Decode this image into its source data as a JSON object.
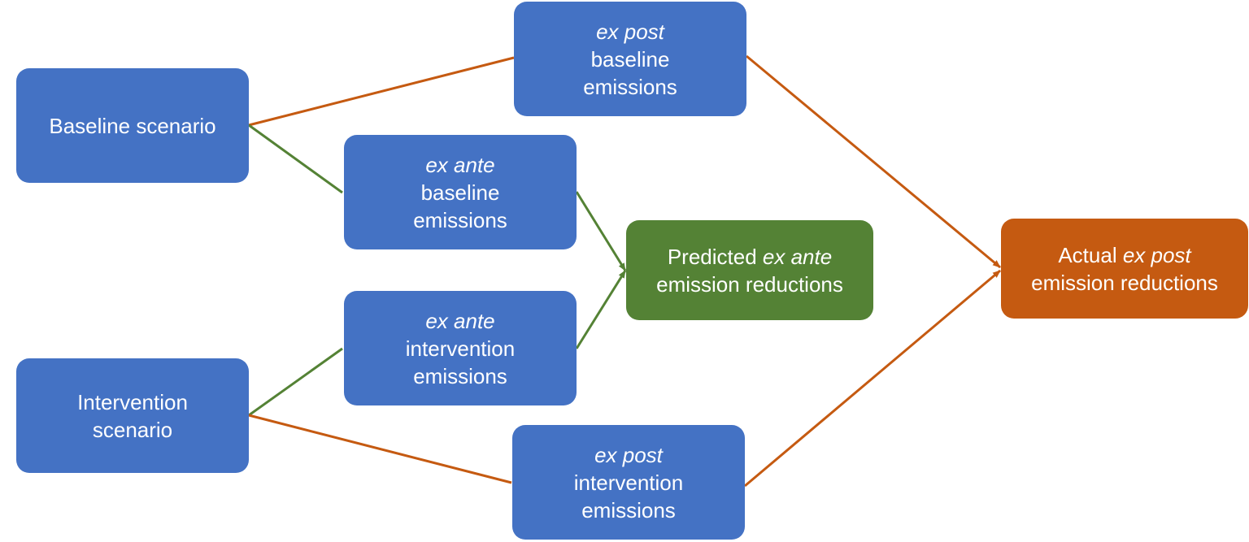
{
  "colors": {
    "box_blue": "#4472c4",
    "box_green": "#548235",
    "box_orange": "#c55a11",
    "line_green": "#548235",
    "line_orange": "#c55a11"
  },
  "nodes": {
    "baseline_scenario": {
      "label": "Baseline scenario"
    },
    "intervention_scenario": {
      "line1": "Intervention",
      "line2": "scenario"
    },
    "expost_baseline": {
      "qualifier": "ex post",
      "line1": "baseline",
      "line2": "emissions"
    },
    "exante_baseline": {
      "qualifier": "ex ante",
      "line1": "baseline",
      "line2": "emissions"
    },
    "exante_intervention": {
      "qualifier": "ex ante",
      "line1": "intervention",
      "line2": "emissions"
    },
    "expost_intervention": {
      "qualifier": "ex post",
      "line1": "intervention",
      "line2": "emissions"
    },
    "predicted": {
      "prefix": "Predicted",
      "qualifier": "ex ante",
      "line2": "emission reductions"
    },
    "actual": {
      "prefix": "Actual",
      "qualifier": "ex post",
      "line2": "emission reductions"
    }
  },
  "edges": [
    {
      "from": "baseline_scenario",
      "to": "expost_baseline",
      "color": "orange",
      "arrow": false
    },
    {
      "from": "baseline_scenario",
      "to": "exante_baseline",
      "color": "green",
      "arrow": false
    },
    {
      "from": "intervention_scenario",
      "to": "exante_intervention",
      "color": "green",
      "arrow": false
    },
    {
      "from": "intervention_scenario",
      "to": "expost_intervention",
      "color": "orange",
      "arrow": false
    },
    {
      "from": "exante_baseline",
      "to": "predicted",
      "color": "green",
      "arrow": true
    },
    {
      "from": "exante_intervention",
      "to": "predicted",
      "color": "green",
      "arrow": true
    },
    {
      "from": "expost_baseline",
      "to": "actual",
      "color": "orange",
      "arrow": true
    },
    {
      "from": "expost_intervention",
      "to": "actual",
      "color": "orange",
      "arrow": true
    }
  ]
}
